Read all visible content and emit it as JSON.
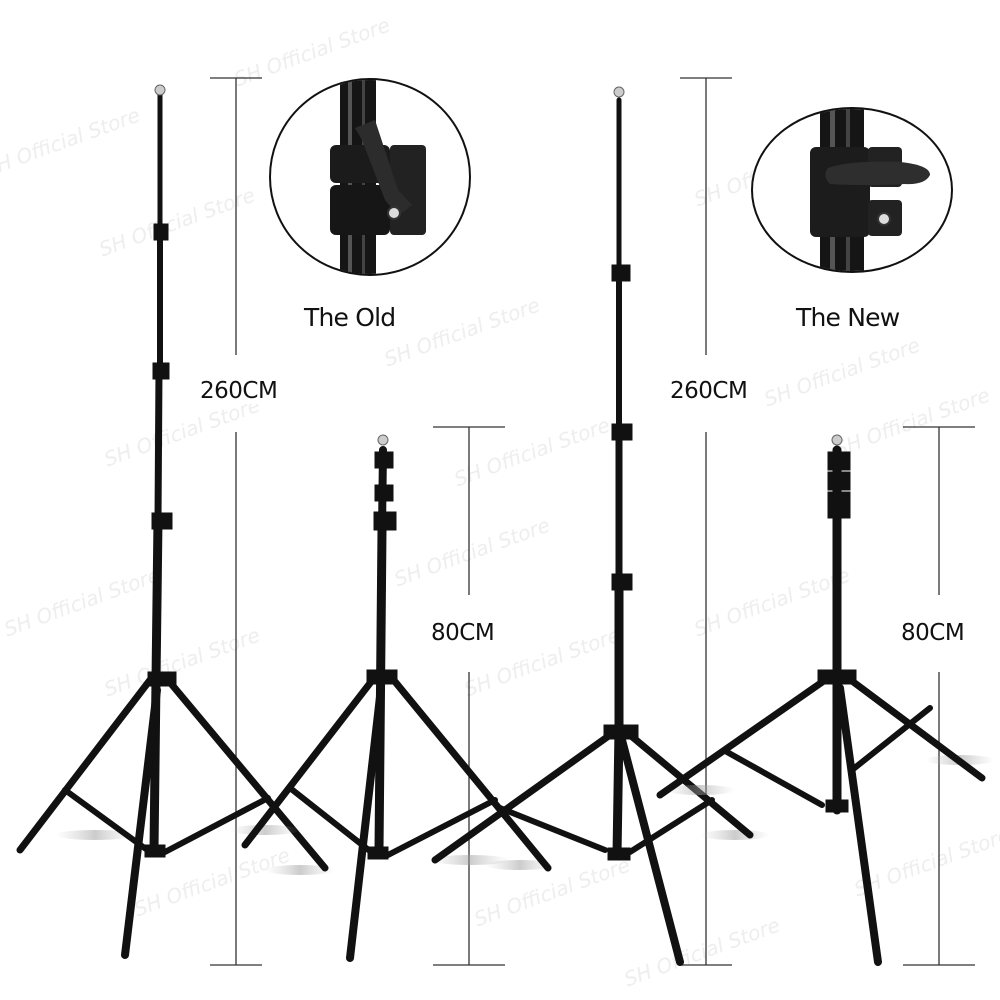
{
  "watermark": {
    "text": "SH Official Store"
  },
  "comparison": {
    "old": {
      "caption": "The Old",
      "extended_height": "260CM",
      "folded_height": "80CM"
    },
    "new": {
      "caption": "The New",
      "extended_height": "260CM",
      "folded_height": "80CM"
    }
  },
  "colors": {
    "background": "#ffffff",
    "stand": "#111111",
    "measure_line": "#333333",
    "text": "#111111",
    "watermark": "#eeeeee"
  }
}
